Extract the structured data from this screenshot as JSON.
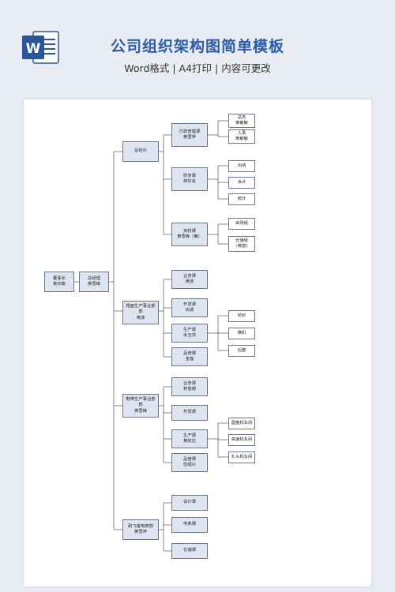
{
  "header": {
    "title": "公司组织架构图简单模板",
    "subtitle": "Word格式 | A4打印 | 内容可更改",
    "app_icon": "word-icon",
    "app_icon_letter": "W"
  },
  "colors": {
    "title": "#2d5ca8",
    "box_fill": "#dfe4f1",
    "box_border": "#6b7688",
    "line": "#555555",
    "word_blue": "#2b579a"
  },
  "org": {
    "chairman": "董事长\n黄宗鑫",
    "gm": "总经理\n黄雪峰",
    "general_office": "总经办",
    "admin_dept": "行政管理课\n黄雪萍",
    "admin_general": "总务\n黄敏敏",
    "admin_hr": "人事\n黄敏敏",
    "finance_dept": "财务课\n林珍言",
    "fin_cashier": "出纳",
    "fin_accounting": "会计",
    "fin_statistics": "统计",
    "materials_dept": "资材课\n黄雪峰（兼）",
    "mat_purchasing": "采购组",
    "mat_warehouse": "仓储组\n（黄斌）",
    "fiber_division": "粗面生产事业部\n部\n黄波",
    "fiber_sales": "业务课\n黄波",
    "fiber_dev": "开发课\n尚滨",
    "fiber_prod": "生产课\n余玉鸿",
    "fiber_spinning": "纺纱",
    "fiber_weaving": "横机",
    "fiber_finishing": "后整",
    "fiber_qc": "品管课\n金莲",
    "belt_division": "鞋带生产事业部\n部\n黄雪峰",
    "belt_sales": "业务课\n林金珊",
    "belt_dev": "开发课",
    "belt_prod": "生产课\n黄钦达",
    "belt_round": "圆盘机车间",
    "belt_highspeed": "高速机车间",
    "belt_knot": "扎头机车间",
    "belt_qc": "品管课\n张顺兴",
    "ecom_division": "耐飞客电商部\n黄雪萍",
    "ecom_design": "设计课",
    "ecom_shop": "电商课",
    "ecom_storage": "仓储课"
  }
}
